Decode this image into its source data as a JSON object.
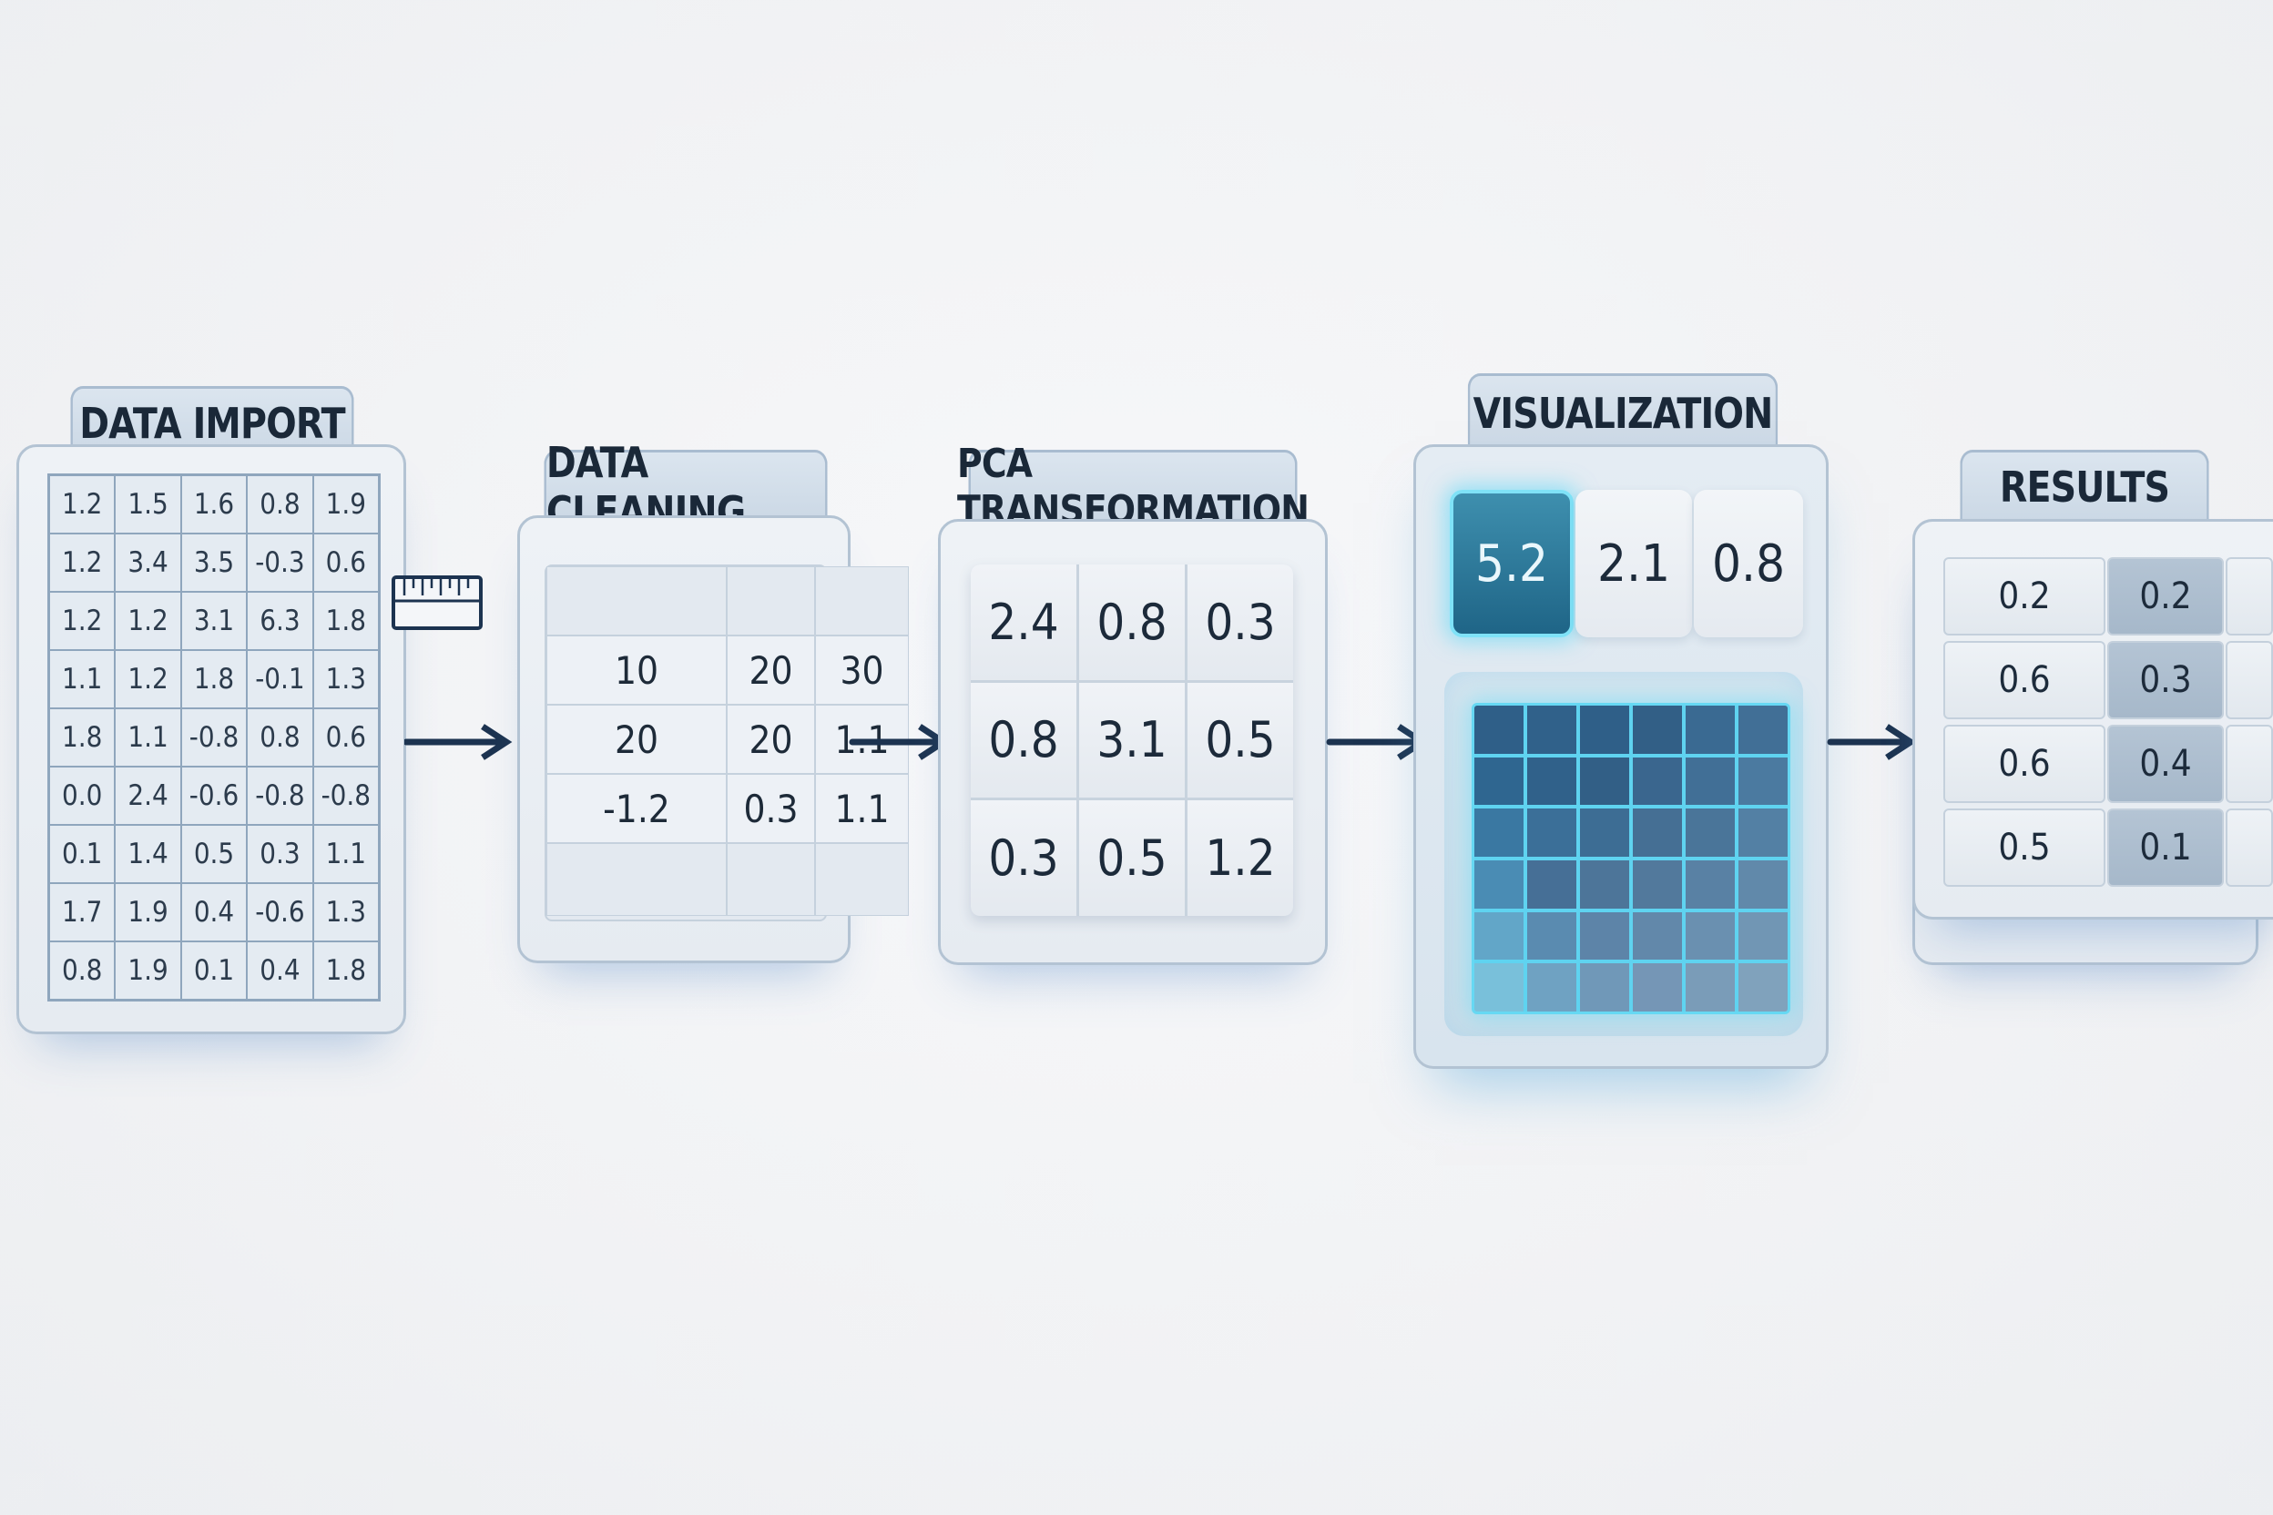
{
  "stages": {
    "import": {
      "title": "DATA IMPORT",
      "rows": [
        [
          "1.2",
          "1.5",
          "1.6",
          "0.8",
          "1.9"
        ],
        [
          "1.2",
          "3.4",
          "3.5",
          "-0.3",
          "0.6"
        ],
        [
          "1.2",
          "1.2",
          "3.1",
          "6.3",
          "1.8"
        ],
        [
          "1.1",
          "1.2",
          "1.8",
          "-0.1",
          "1.3"
        ],
        [
          "1.8",
          "1.1",
          "-0.8",
          "0.8",
          "0.6"
        ],
        [
          "0.0",
          "2.4",
          "-0.6",
          "-0.8",
          "-0.8"
        ],
        [
          "0.1",
          "1.4",
          "0.5",
          "0.3",
          "1.1"
        ],
        [
          "1.7",
          "1.9",
          "0.4",
          "-0.6",
          "1.3"
        ],
        [
          "0.8",
          "1.9",
          "0.1",
          "0.4",
          "1.8"
        ]
      ],
      "tool_icon": "ruler-icon"
    },
    "cleaning": {
      "title": "DATA CLEANING",
      "rows": [
        [
          "10",
          "20",
          "30"
        ],
        [
          "20",
          "20",
          "1.1"
        ],
        [
          "-1.2",
          "0.3",
          "1.1"
        ]
      ]
    },
    "pca": {
      "title": "PCA TRANSFORMATION",
      "rows": [
        [
          "2.4",
          "0.8",
          "0.3"
        ],
        [
          "0.8",
          "3.1",
          "0.5"
        ],
        [
          "0.3",
          "0.5",
          "1.2"
        ]
      ]
    },
    "visualization": {
      "title": "VISUALIZATION",
      "values": [
        "5.2",
        "2.1",
        "0.8"
      ],
      "highlight_index": 0
    },
    "results": {
      "title": "RESULTS",
      "rows": [
        [
          "0.2",
          "0.2"
        ],
        [
          "0.6",
          "0.3"
        ],
        [
          "0.6",
          "0.4"
        ],
        [
          "0.5",
          "0.1"
        ]
      ]
    }
  },
  "colors": {
    "arrow": "#1c3350",
    "glow": "#66d8f3",
    "highlight": "#1f6587"
  }
}
